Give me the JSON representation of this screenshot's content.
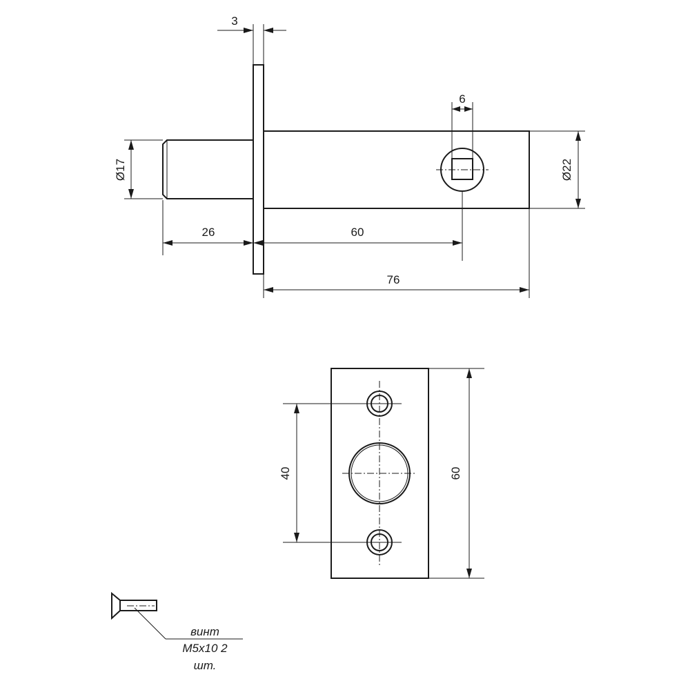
{
  "side_view": {
    "flange_thickness": "3",
    "square_size": "6",
    "bolt_diameter": "Ø17",
    "body_diameter": "Ø22",
    "bolt_length": "26",
    "spindle_distance": "60",
    "body_length": "76"
  },
  "front_view": {
    "hole_spacing": "40",
    "plate_height": "60"
  },
  "screw_note": {
    "line1": "винт",
    "line2": "M5x10 2",
    "line3": "шт."
  }
}
